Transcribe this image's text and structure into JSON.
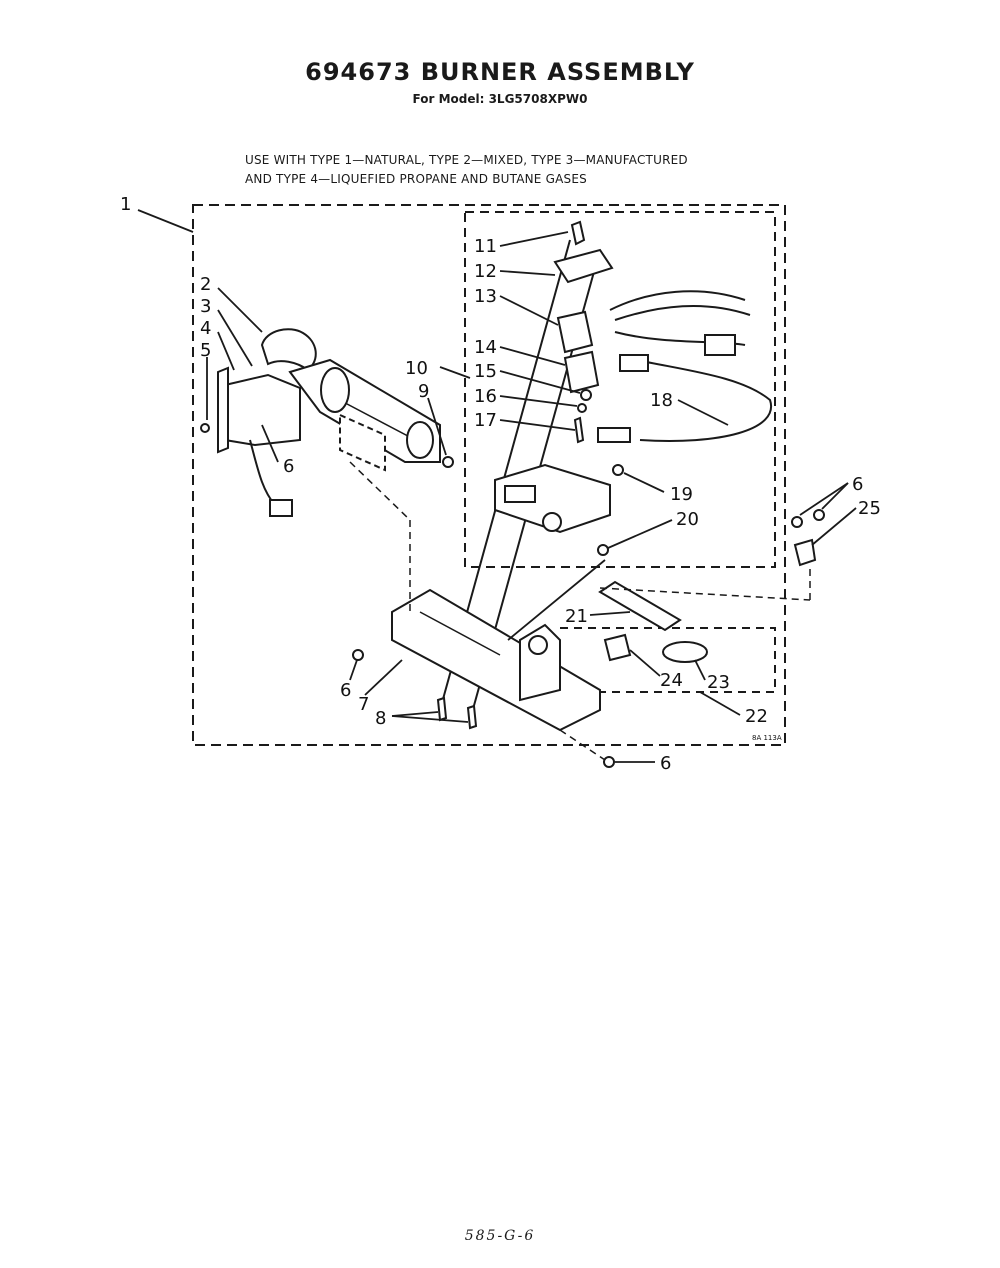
{
  "header": {
    "title": "694673 BURNER ASSEMBLY",
    "subtitle": "For Model: 3LG5708XPW0"
  },
  "note": {
    "line1": "USE WITH TYPE 1—NATURAL, TYPE 2—MIXED, TYPE 3—MANUFACTURED",
    "line2": "AND TYPE 4—LIQUEFIED PROPANE AND BUTANE GASES"
  },
  "callouts": {
    "c1": "1",
    "c2": "2",
    "c3": "3",
    "c4": "4",
    "c5": "5",
    "c6a": "6",
    "c6b": "6",
    "c6c": "6",
    "c6d": "6",
    "c7": "7",
    "c8": "8",
    "c9": "9",
    "c10": "10",
    "c11": "11",
    "c12": "12",
    "c13": "13",
    "c14": "14",
    "c15": "15",
    "c16": "16",
    "c17": "17",
    "c18": "18",
    "c19": "19",
    "c20": "20",
    "c21": "21",
    "c22": "22",
    "c23": "23",
    "c24": "24",
    "c25": "25"
  },
  "drawing_code": "8A 113A",
  "footer": {
    "page_code": "585-G-6"
  },
  "colors": {
    "ink": "#1a1a1a",
    "paper": "#ffffff"
  }
}
